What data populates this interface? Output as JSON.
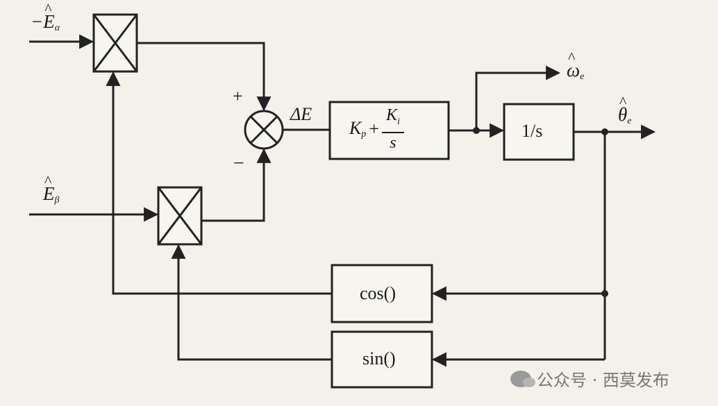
{
  "signals": {
    "e_alpha_sign": "−",
    "e_alpha_base": "E",
    "e_alpha_sub": "α",
    "e_beta_base": "E",
    "e_beta_sub": "β",
    "delta_e": "ΔE",
    "omega_base": "ω",
    "omega_sub": "e",
    "theta_base": "θ",
    "theta_sub": "e"
  },
  "summing_junction": {
    "plus_sign": "+",
    "minus_sign": "−"
  },
  "blocks": {
    "pi": {
      "kp_base": "K",
      "kp_sub": "p",
      "plus": "+",
      "ki_base": "K",
      "ki_sub": "i",
      "den": "s"
    },
    "integrator": "1/s",
    "cos": "cos()",
    "sin": "sin()"
  },
  "watermark": {
    "text": "公众号 · 西莫发布"
  }
}
